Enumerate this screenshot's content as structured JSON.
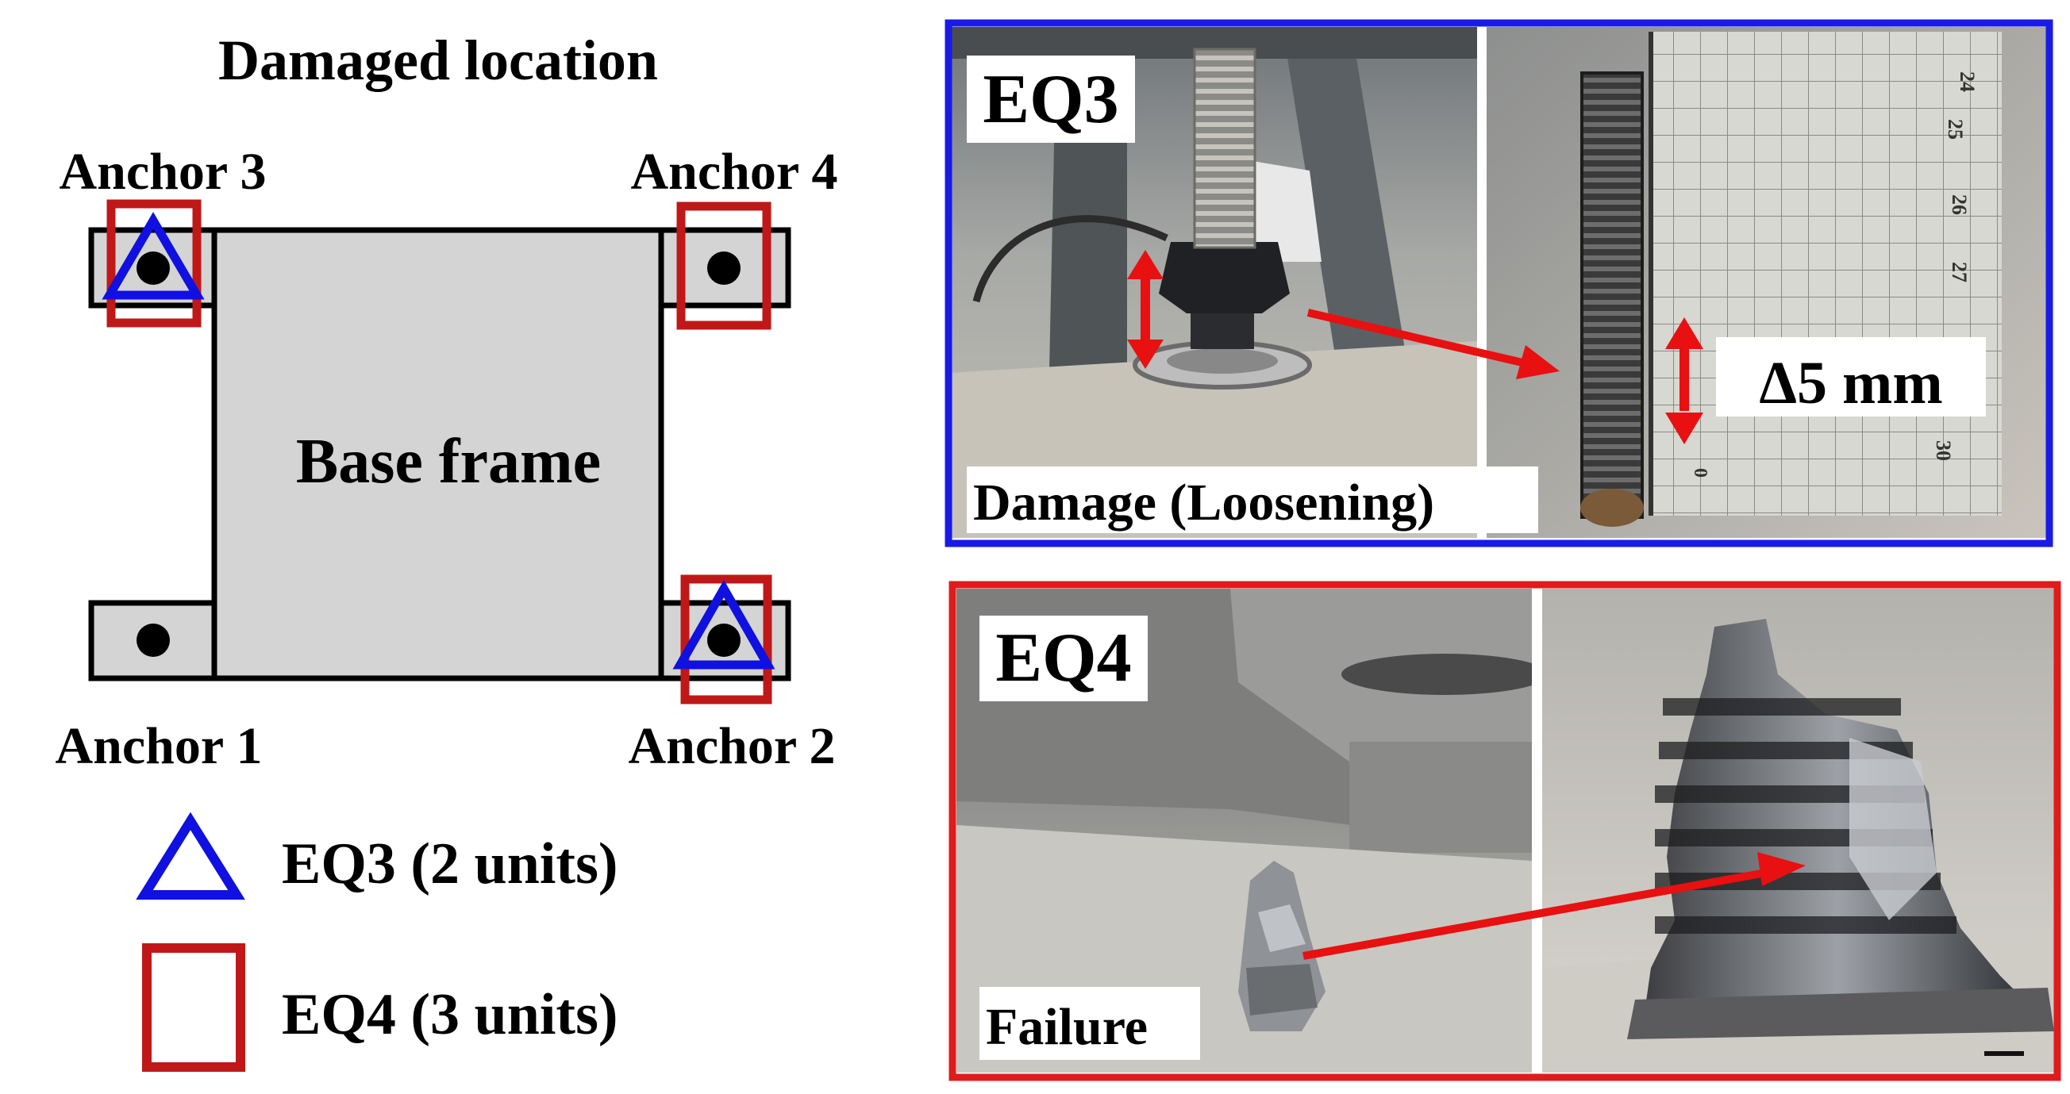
{
  "diagram": {
    "title": "Damaged location",
    "frame_label": "Base frame",
    "anchors": {
      "anchor1": "Anchor 1",
      "anchor2": "Anchor 2",
      "anchor3": "Anchor 3",
      "anchor4": "Anchor 4"
    },
    "legend": {
      "eq3": "EQ3 (2 units)",
      "eq4": "EQ4 (3 units)"
    }
  },
  "panels": {
    "eq3": {
      "title": "EQ3",
      "caption": "Damage (Loosening)",
      "measurement": "Δ5 mm",
      "ruler_numbers": [
        "24",
        "25",
        "26",
        "27",
        "0",
        "30"
      ]
    },
    "eq4": {
      "title": "EQ4",
      "caption": "Failure"
    }
  },
  "colors": {
    "eq3_marker": "#1010e0",
    "eq4_marker": "#c01818",
    "eq3_panel_border": "#1a1ae6",
    "eq4_panel_border": "#e01b1b",
    "arrow": "#e81010",
    "frame_fill": "#d4d4d4"
  }
}
